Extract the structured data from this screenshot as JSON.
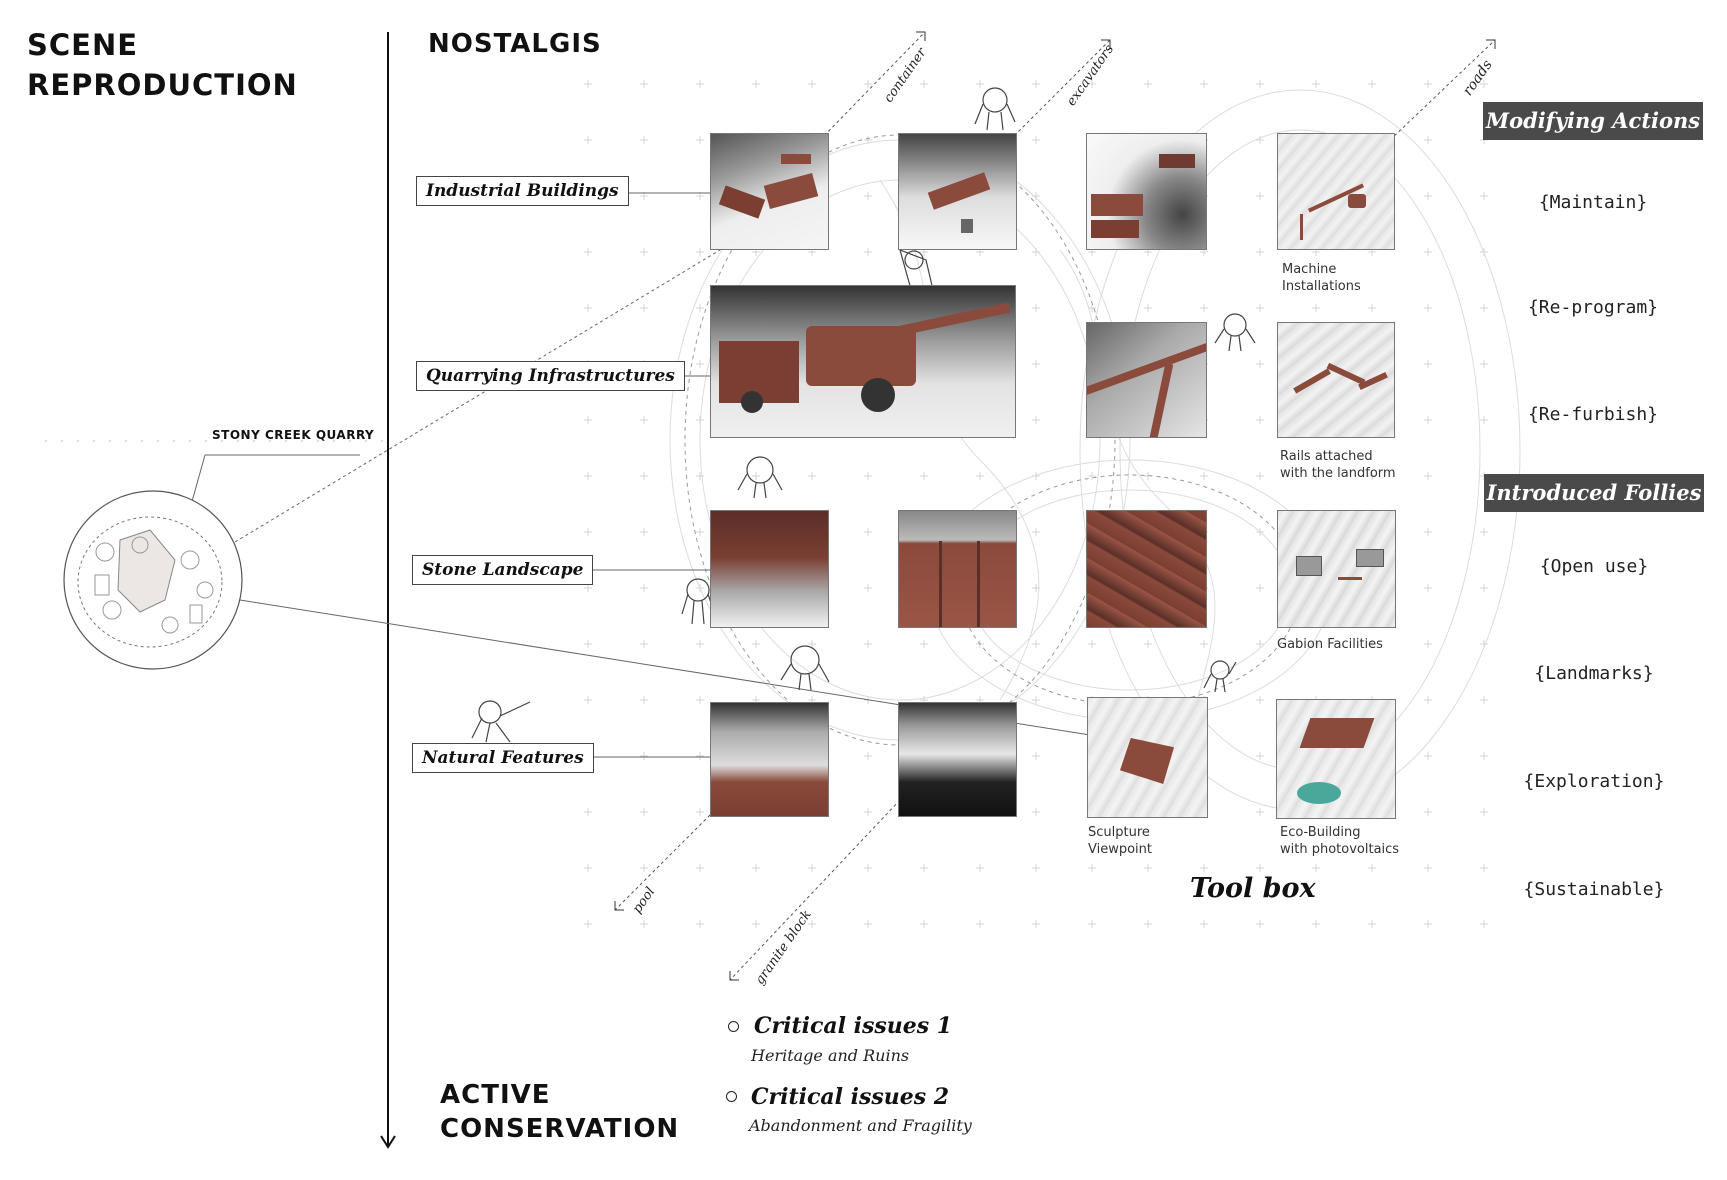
{
  "headings": {
    "scene_line1": "SCENE",
    "scene_line2": "REPRODUCTION",
    "nostalgis": "NOSTALGIS",
    "active_line1": "ACTIVE",
    "active_line2": "CONSERVATION"
  },
  "site_label": "STONY CREEK QUARRY",
  "categories": [
    "Industrial Buildings",
    "Quarrying Infrastructures",
    "Stone Landscape",
    "Natural Features"
  ],
  "diagonal_labels": {
    "container": "container",
    "excavators": "excavators",
    "roads": "roads",
    "pool": "pool",
    "granite_block": "granite block"
  },
  "toolbox": {
    "title": "Tool box",
    "items": [
      {
        "line1": "Machine",
        "line2": "Installations"
      },
      {
        "line1": "Rails attached",
        "line2": "with the landform"
      },
      {
        "line1": "Gabion Facilities",
        "line2": ""
      },
      {
        "line1": "Sculpture",
        "line2": "Viewpoint"
      },
      {
        "line1": "Eco-Building",
        "line2": "with photovoltaics"
      }
    ]
  },
  "modifying_actions": {
    "title": "Modifying Actions",
    "items": [
      "{Maintain}",
      "{Re-program}",
      "{Re-furbish}"
    ]
  },
  "introduced_follies": {
    "title": "Introduced Follies",
    "items": [
      "{Open use}",
      "{Landmarks}",
      "{Exploration}",
      "{Sustainable}"
    ]
  },
  "critical_issues": [
    {
      "title": "Critical issues 1",
      "subtitle": "Heritage and Ruins"
    },
    {
      "title": "Critical issues 2",
      "subtitle": "Abandonment and Fragility"
    }
  ],
  "colors": {
    "rust": "#8a4a3c",
    "banner": "#4a4a4a",
    "teal": "#4aa89a"
  }
}
